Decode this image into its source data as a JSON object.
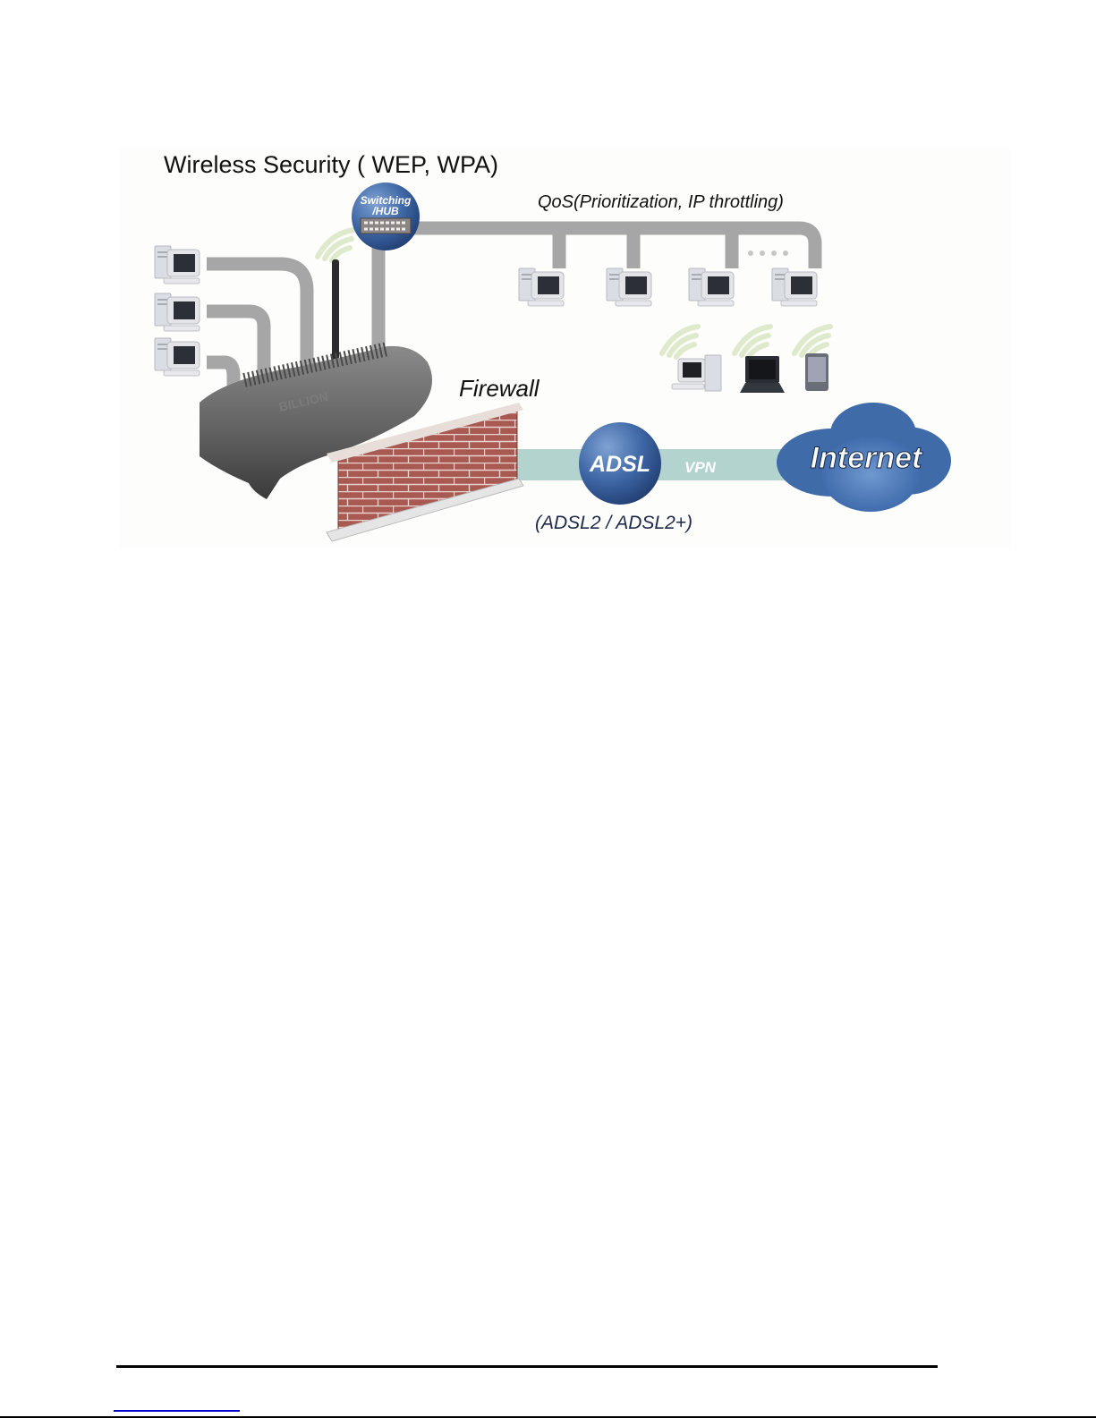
{
  "page": {
    "type": "manual-page",
    "footer_link_text": ""
  },
  "diagram": {
    "title": "Wireless Security ( WEP, WPA)",
    "qos_label": "QoS(Prioritization, IP throttling)",
    "switch_label_line1": "Switching",
    "switch_label_line2": "/HUB",
    "firewall_label": "Firewall",
    "adsl_label": "ADSL",
    "vpn_label": "VPN",
    "internet_label": "Internet",
    "adsl_modes_label": "(ADSL2 / ADSL2+)",
    "router_brand": "BILLION",
    "nodes": [
      {
        "id": "router",
        "icon": "wireless-router-icon"
      },
      {
        "id": "switch",
        "icon": "switch-hub-icon"
      },
      {
        "id": "firewall",
        "icon": "brick-wall-icon"
      },
      {
        "id": "adsl",
        "icon": "adsl-globe-icon"
      },
      {
        "id": "internet",
        "icon": "cloud-icon"
      },
      {
        "id": "wired-lan-pcs",
        "icon": "desktop-pc-icon",
        "count": 3
      },
      {
        "id": "switched-pcs",
        "icon": "desktop-pc-icon",
        "count": 4
      },
      {
        "id": "wireless-clients",
        "icons": [
          "desktop-pc-icon",
          "laptop-icon",
          "pda-icon"
        ]
      }
    ],
    "colors": {
      "cable": "#a6a6a6",
      "vpn_tunnel": "#b3d3cf",
      "globe_blue": "#3b66a3",
      "brick": "#a0524a",
      "wifi_wave": "#d9e6c3"
    }
  }
}
